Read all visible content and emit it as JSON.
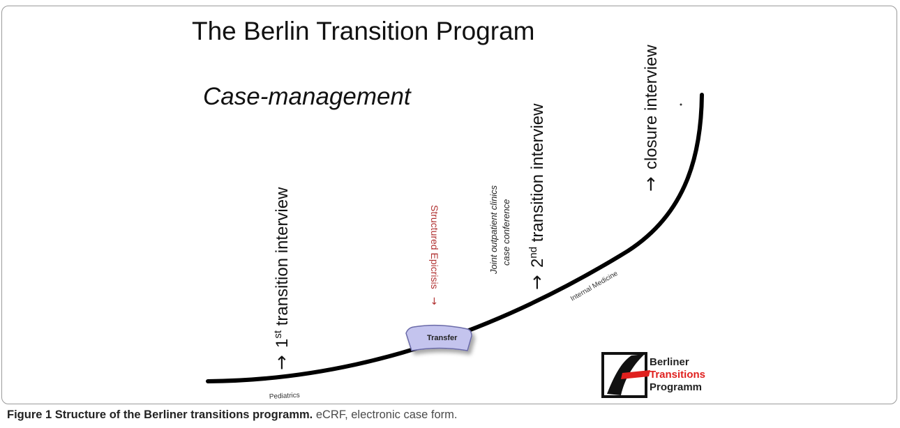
{
  "title": "The Berlin Transition Program",
  "subtitle": "Case-management",
  "labels": {
    "first_interview_prefix": "1",
    "first_interview_sup": "st",
    "first_interview_rest": " transition interview",
    "epicrisis": "Structured Epicrisis",
    "joint_line1": "Joint outpatient clinics",
    "joint_line2": "case conference",
    "second_interview_prefix": "2",
    "second_interview_sup": "nd",
    "second_interview_rest": " transition interview",
    "closure_interview": "closure interview",
    "transfer": "Transfer",
    "pediatrics": "Pediatrics",
    "internal_medicine": "Internal Medicine",
    "arrow_glyph": "→"
  },
  "logo": {
    "line1": "Berliner",
    "line2": "Transitions",
    "line3": "Programm",
    "accent_color": "#e0201e"
  },
  "caption": {
    "bold": "Figure 1 Structure of the Berliner transitions programm.",
    "rest": " eCRF, electronic case form."
  },
  "colors": {
    "curve": "#000000",
    "epicrisis": "#b03030",
    "transfer_fill": "#c4c4ee",
    "transfer_stroke": "#6a6aa8"
  }
}
